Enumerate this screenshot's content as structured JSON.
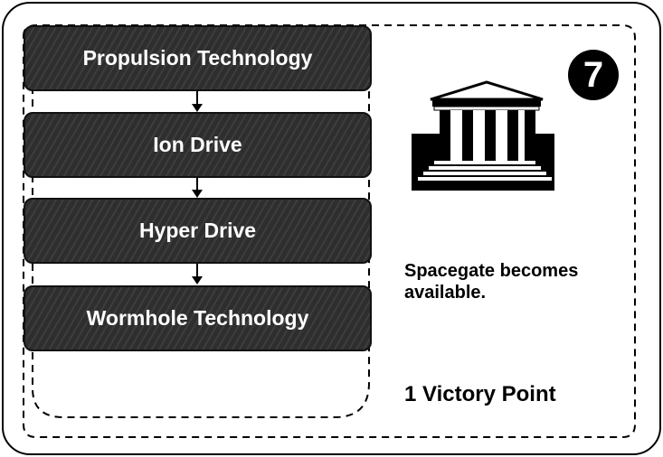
{
  "card": {
    "technologies": [
      {
        "label": "Propulsion Technology"
      },
      {
        "label": "Ion Drive"
      },
      {
        "label": "Hyper Drive"
      },
      {
        "label": "Wormhole Technology"
      }
    ],
    "victory_point_badge": "7",
    "building_icon": "museum-building-icon",
    "description": "Spacegate becomes available.",
    "victory_points": "1 Victory Point"
  }
}
